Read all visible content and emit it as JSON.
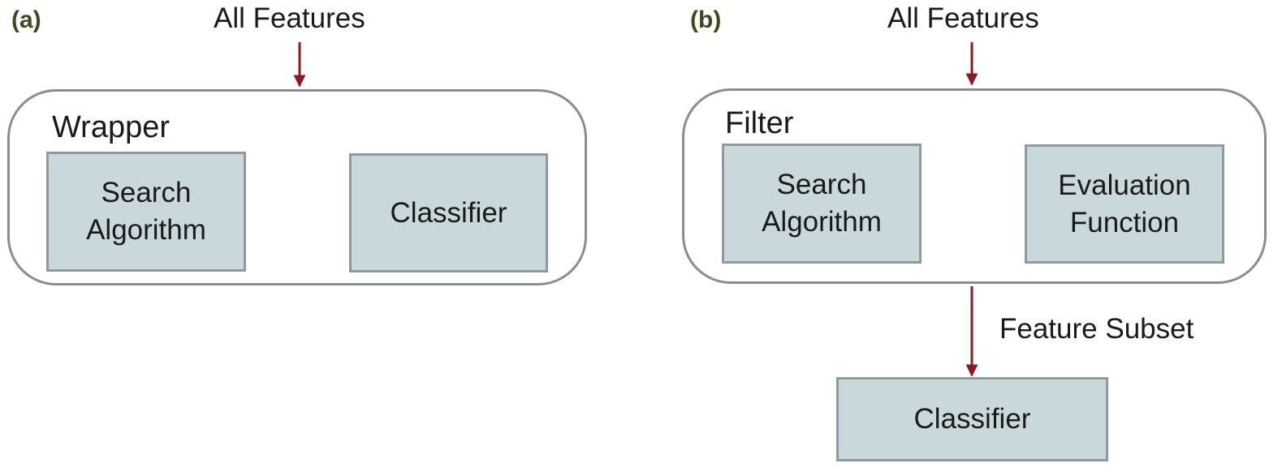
{
  "colors": {
    "arrow": "#8b1a22",
    "node_fill": "#c9d8db",
    "node_border": "#8e9a9d",
    "container_border": "#8c8c8c",
    "panel_letter": "#3d4a1e"
  },
  "panel_a": {
    "letter": "(a)",
    "input_label": "All Features",
    "container_title": "Wrapper",
    "search_node": "Search\nAlgorithm",
    "classifier_node": "Classifier"
  },
  "panel_b": {
    "letter": "(b)",
    "input_label": "All Features",
    "container_title": "Filter",
    "search_node": "Search\nAlgorithm",
    "evaluation_node": "Evaluation\nFunction",
    "output_label": "Feature Subset",
    "classifier_node": "Classifier"
  }
}
